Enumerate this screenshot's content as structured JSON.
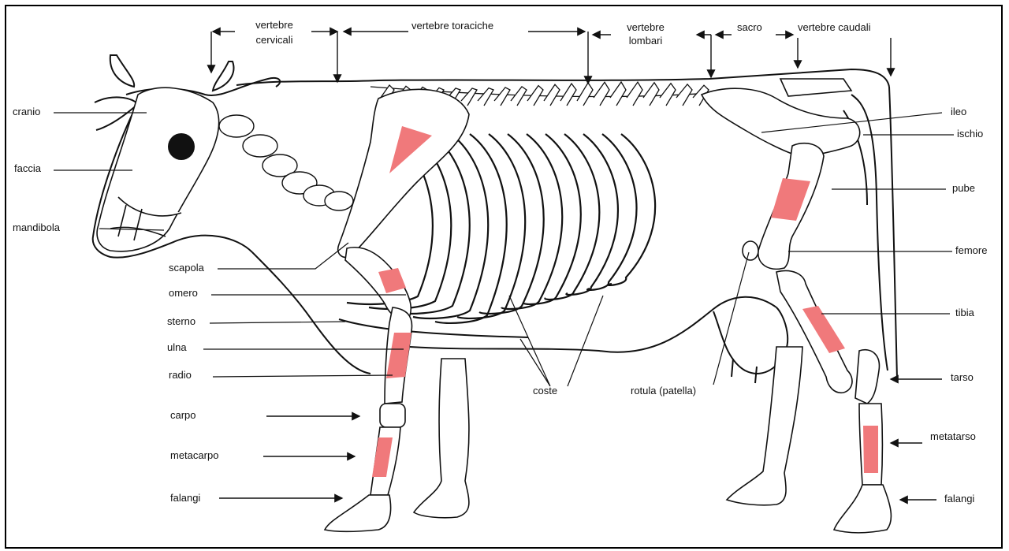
{
  "labels": {
    "vertebre_cervicali_1": "vertebre",
    "vertebre_cervicali_2": "cervicali",
    "vertebre_toraciche": "vertebre  toraciche",
    "vertebre_lombari_1": "vertebre",
    "vertebre_lombari_2": "lombari",
    "sacro": "sacro",
    "vertebre_caudali": "vertebre  caudali",
    "cranio": "cranio",
    "faccia": "faccia",
    "mandibola": "mandibola",
    "scapola": "scapola",
    "omero": "omero",
    "sterno": "sterno",
    "ulna": "ulna",
    "radio": "radio",
    "carpo": "carpo",
    "metacarpo": "metacarpo",
    "falangi_left": "falangi",
    "coste": "coste",
    "rotula": "rotula  (patella)",
    "ileo": "ileo",
    "ischio": "ischio",
    "pube": "pube",
    "femore": "femore",
    "tibia": "tibia",
    "tarso": "tarso",
    "metatarso": "metatarso",
    "falangi_right": "falangi"
  },
  "colors": {
    "highlight": "#f0797b",
    "ink": "#111111"
  }
}
